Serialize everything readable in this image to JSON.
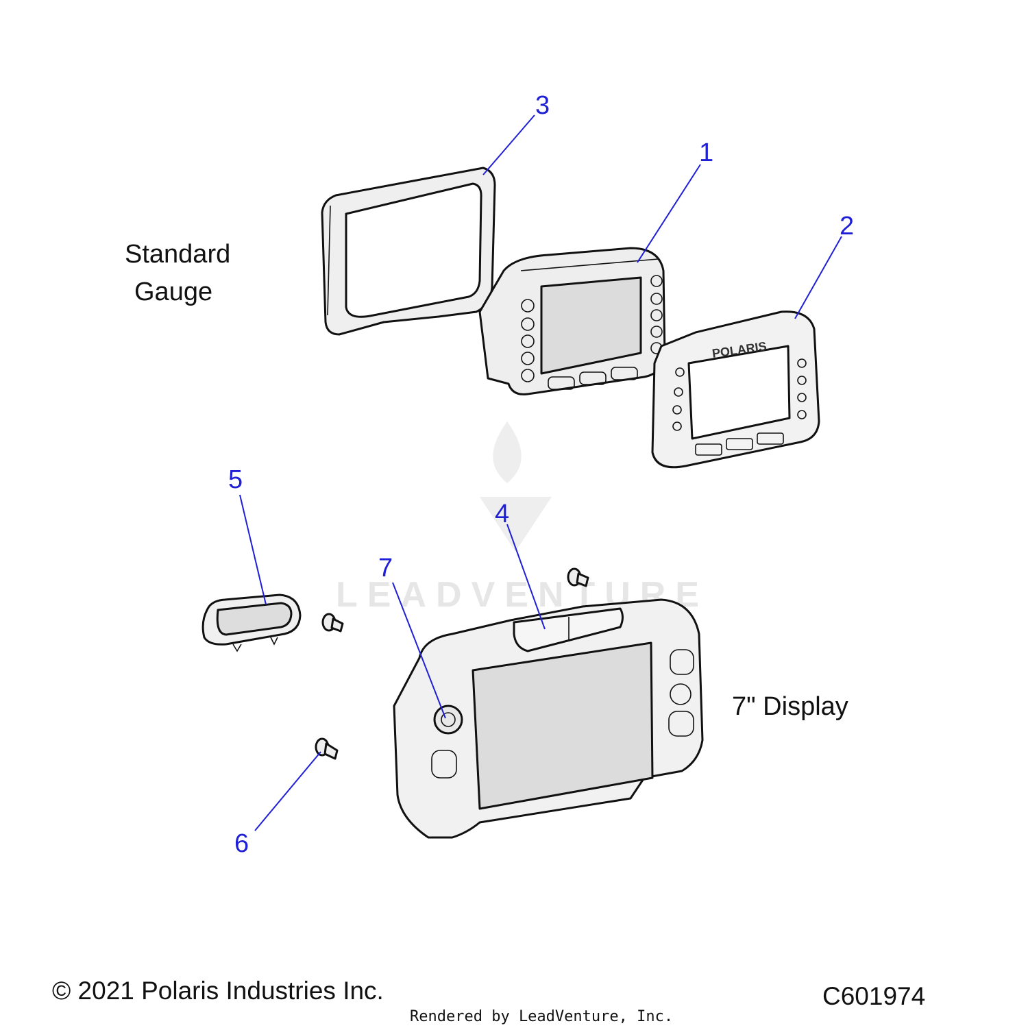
{
  "labels": {
    "standard_gauge_line1": "Standard",
    "standard_gauge_line2": "Gauge",
    "seven_inch_display": "7\" Display"
  },
  "callouts": [
    {
      "number": "1",
      "part": "standard-gauge-cluster"
    },
    {
      "number": "2",
      "part": "polaris-bezel"
    },
    {
      "number": "3",
      "part": "gauge-seal-ring"
    },
    {
      "number": "4",
      "part": "display-unit"
    },
    {
      "number": "5",
      "part": "cover-cap"
    },
    {
      "number": "6",
      "part": "screw"
    },
    {
      "number": "7",
      "part": "display-knob"
    }
  ],
  "bezel_logo_text": "POLARIS",
  "watermark": {
    "text": "LEADVENTURE"
  },
  "footer": {
    "copyright": "© 2021 Polaris Industries Inc.",
    "diagram_id": "C601974",
    "rendered_by": "Rendered by LeadVenture, Inc."
  },
  "colors": {
    "callout": "#1f1fd6",
    "line_art": "#111111",
    "part_fill": "#f1f1f1",
    "screen_fill": "#dcdcdc"
  }
}
